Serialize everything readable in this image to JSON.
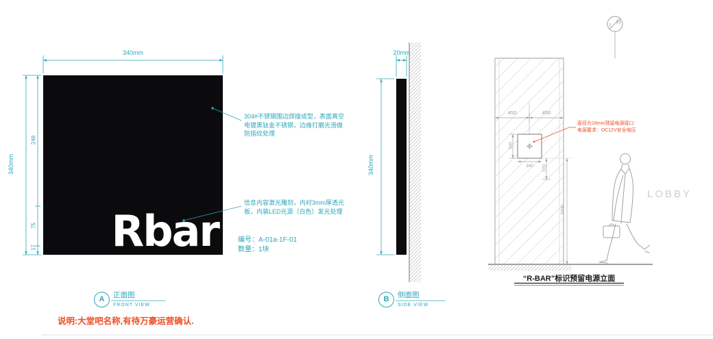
{
  "colors": {
    "teal": "#2ba7ba",
    "red": "#ee4f26",
    "gray": "#9a9a9a",
    "sign_black": "#0b0b0d"
  },
  "front_view": {
    "badge": "A",
    "title_cn": "正面图",
    "title_en": "FRONT VIEW",
    "dim_width": "340mm",
    "dim_height": "340mm",
    "segments": [
      "248",
      "75",
      "17"
    ],
    "logo": "Rbar",
    "annotation_steel": [
      "304#不锈钢围边焊接成型，表面真空",
      "电镀黑钛金不锈钢，边缘打磨光滑做",
      "防指纹处理"
    ],
    "annotation_led": [
      "信息内容激光雕刻，内衬3mm厚透光",
      "板，内装LED光源（白色）发光处理"
    ],
    "code": "编号：A-01a-1F-01",
    "quantity": "数量：1块",
    "note": "说明:大堂吧名称,有待万豪运营确认."
  },
  "side_view": {
    "badge": "B",
    "title_cn": "侧面图",
    "title_en": "SIDE VIEW",
    "dim_thickness": "20mm",
    "dim_height": "340mm"
  },
  "elevation": {
    "grid_num": "1",
    "grid_ref": "H",
    "dim_left": "450",
    "dim_right": "450",
    "dim_sign_height": "340",
    "dim_sign_width": "340",
    "dim_below_sign": "170",
    "dim_mounting_height": "1600",
    "power_note": [
      "直径为16mm预留电源接口",
      "电源要求：DC12V安全电压"
    ],
    "lobby": "LOBBY",
    "caption": "“R-BAR”标识预留电源立面"
  }
}
